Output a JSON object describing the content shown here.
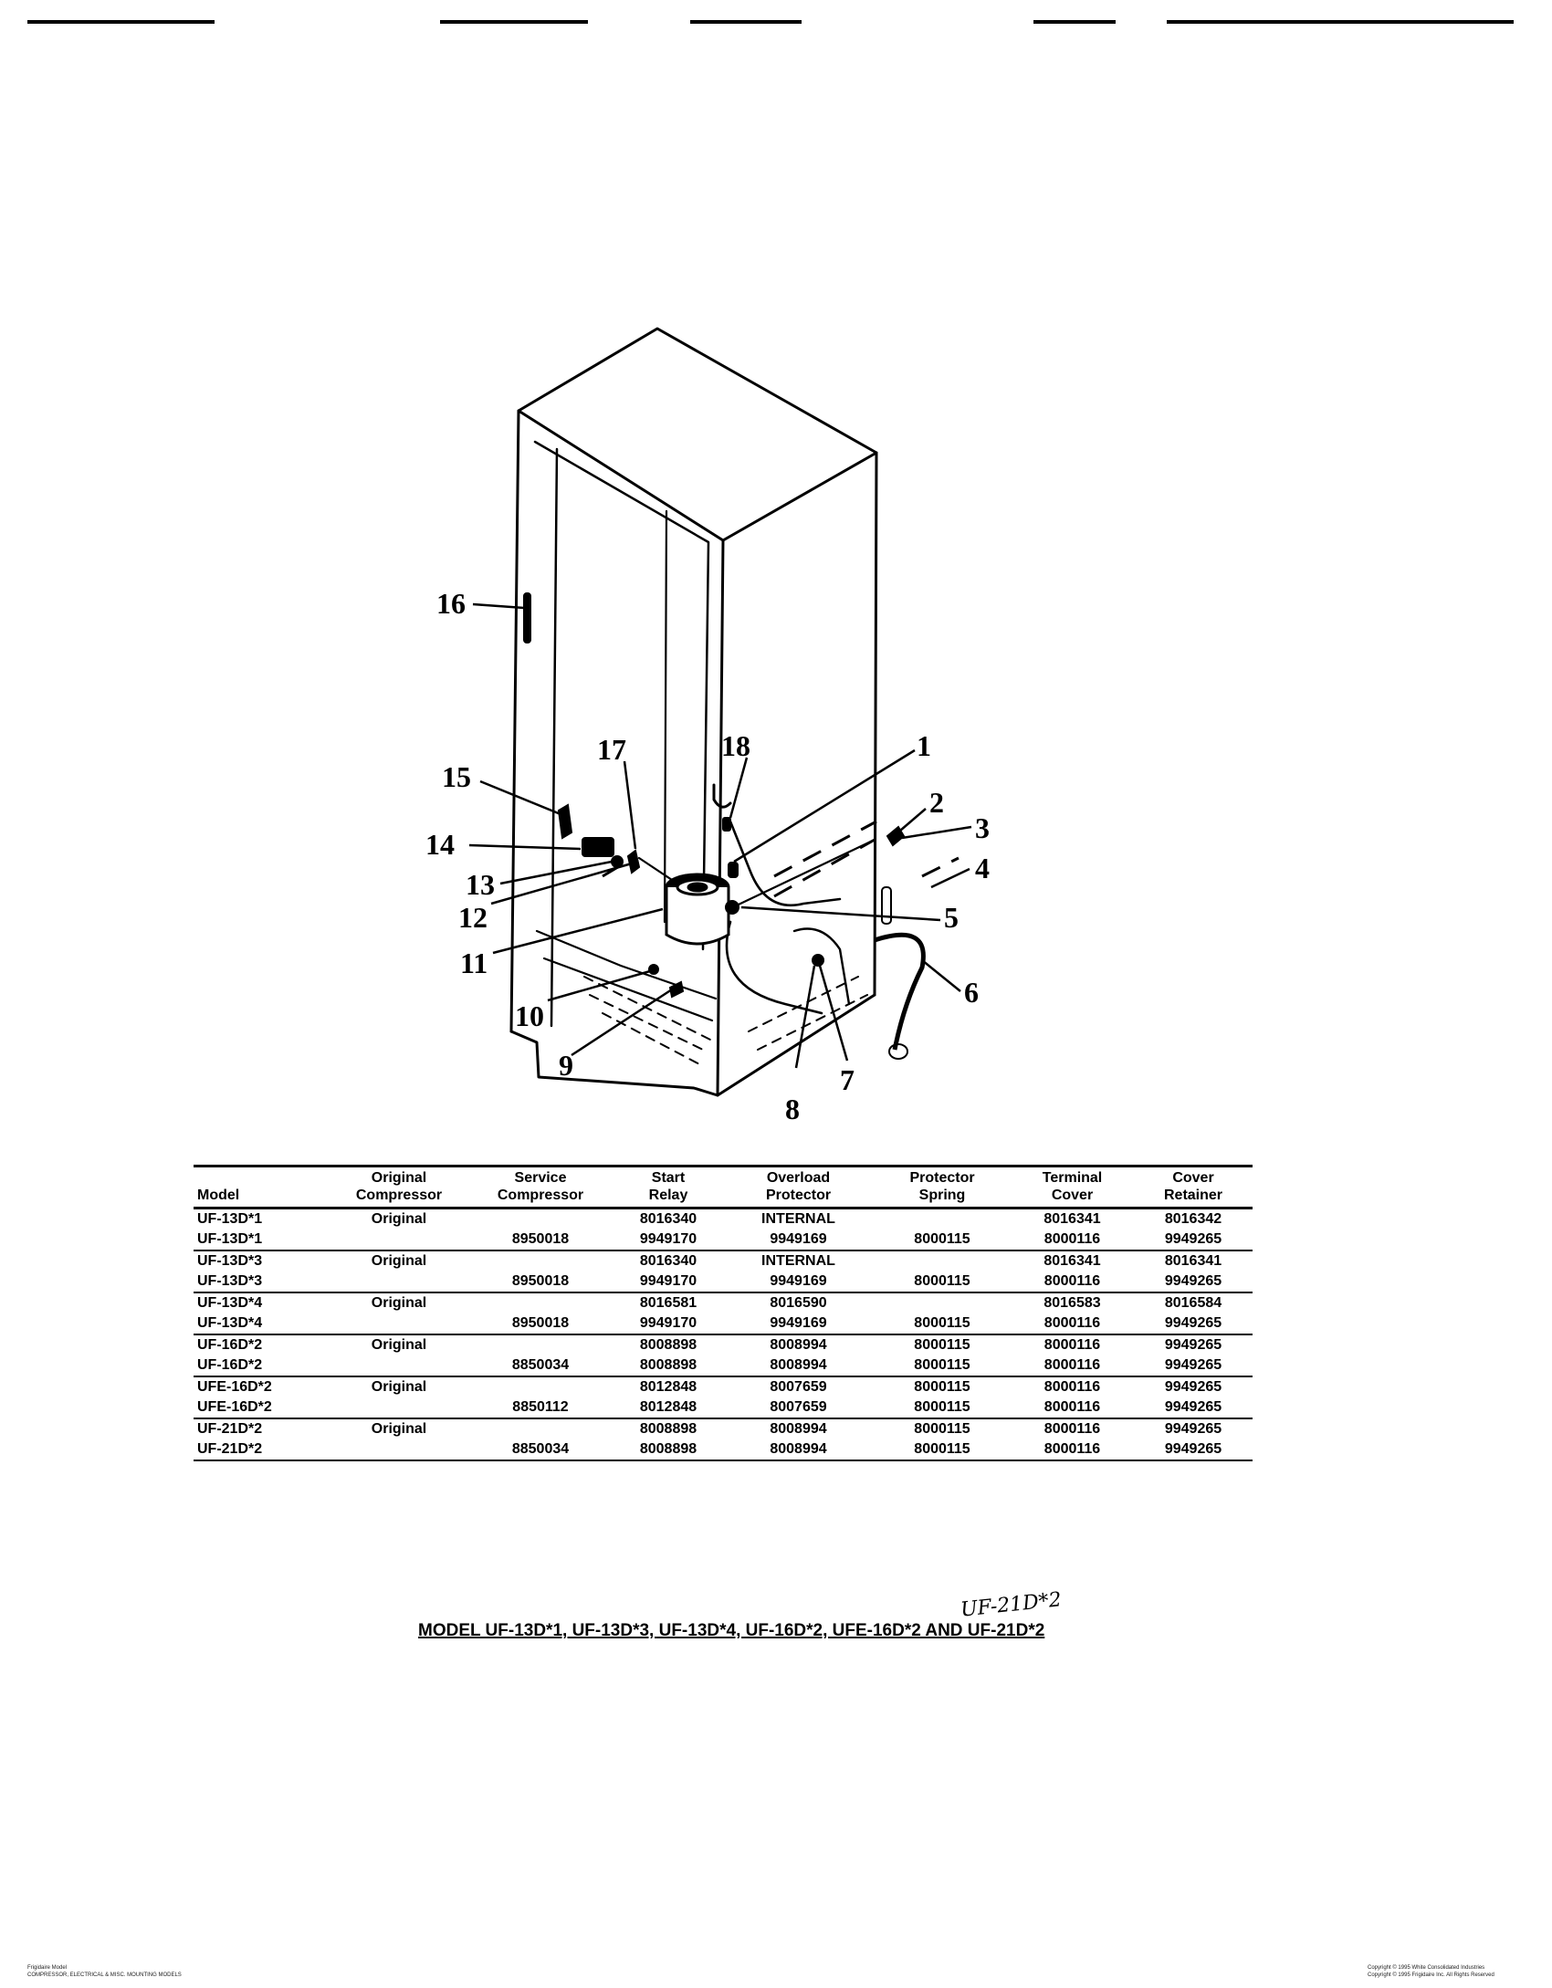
{
  "diagram": {
    "callouts": [
      "16",
      "17",
      "18",
      "1",
      "2",
      "3",
      "4",
      "5",
      "6",
      "7",
      "8",
      "9",
      "10",
      "11",
      "12",
      "13",
      "14",
      "15"
    ]
  },
  "table": {
    "headers": [
      "Model",
      "Original\nCompressor",
      "Service\nCompressor",
      "Start\nRelay",
      "Overload\nProtector",
      "Protector\nSpring",
      "Terminal\nCover",
      "Cover\nRetainer"
    ],
    "rows": [
      [
        "UF-13D*1",
        "Original",
        "",
        "8016340",
        "INTERNAL",
        "",
        "8016341",
        "8016342"
      ],
      [
        "UF-13D*1",
        "",
        "8950018",
        "9949170",
        "9949169",
        "8000115",
        "8000116",
        "9949265"
      ],
      [
        "UF-13D*3",
        "Original",
        "",
        "8016340",
        "INTERNAL",
        "",
        "8016341",
        "8016341"
      ],
      [
        "UF-13D*3",
        "",
        "8950018",
        "9949170",
        "9949169",
        "8000115",
        "8000116",
        "9949265"
      ],
      [
        "UF-13D*4",
        "Original",
        "",
        "8016581",
        "8016590",
        "",
        "8016583",
        "8016584"
      ],
      [
        "UF-13D*4",
        "",
        "8950018",
        "9949170",
        "9949169",
        "8000115",
        "8000116",
        "9949265"
      ],
      [
        "UF-16D*2",
        "Original",
        "",
        "8008898",
        "8008994",
        "8000115",
        "8000116",
        "9949265"
      ],
      [
        "UF-16D*2",
        "",
        "8850034",
        "8008898",
        "8008994",
        "8000115",
        "8000116",
        "9949265"
      ],
      [
        "UFE-16D*2",
        "Original",
        "",
        "8012848",
        "8007659",
        "8000115",
        "8000116",
        "9949265"
      ],
      [
        "UFE-16D*2",
        "",
        "8850112",
        "8012848",
        "8007659",
        "8000115",
        "8000116",
        "9949265"
      ],
      [
        "UF-21D*2",
        "Original",
        "",
        "8008898",
        "8008994",
        "8000115",
        "8000116",
        "9949265"
      ],
      [
        "UF-21D*2",
        "",
        "8850034",
        "8008898",
        "8008994",
        "8000115",
        "8000116",
        "9949265"
      ]
    ]
  },
  "caption": "MODEL UF-13D*1, UF-13D*3, UF-13D*4, UF-16D*2, UFE-16D*2 AND UF-21D*2",
  "handwritten_note": "UF-21D*2",
  "footer": {
    "left_line1": "Frigidaire Model",
    "left_line2": "COMPRESSOR, ELECTRICAL & MISC. MOUNTING MODELS",
    "right_line1": "Copyright © 1995 White Consolidated Industries",
    "right_line2": "Copyright © 1995 Frigidaire Inc. All Rights Reserved"
  }
}
